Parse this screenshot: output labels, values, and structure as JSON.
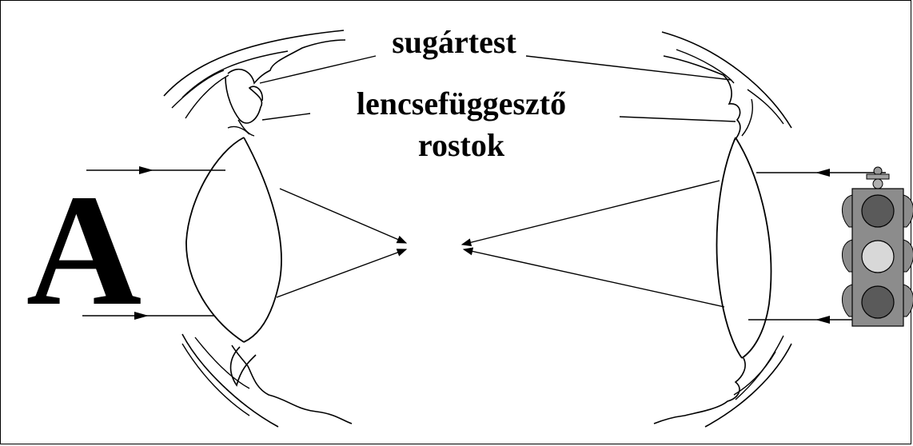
{
  "labels": {
    "ciliary_body": "sugártest",
    "zonule_line1": "lencsefüggesztő",
    "zonule_line2": "rostok",
    "near_object": "A"
  },
  "icons": {
    "left_object": "letter-a",
    "right_object": "traffic-light-icon"
  },
  "colors": {
    "ink": "#000000",
    "background": "#ffffff",
    "traffic_light_body": "#8c8c8c",
    "lamp_dark": "#5a5a5a",
    "lamp_lit": "#d8d8d8"
  }
}
